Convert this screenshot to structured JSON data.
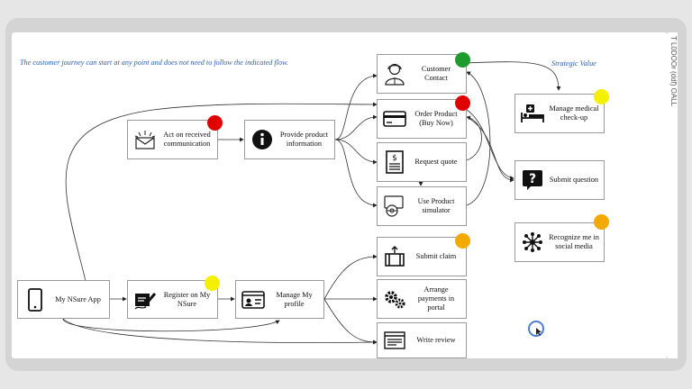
{
  "note": "The customer journey can start at any point and does not need to follow the indicated flow.",
  "strategic_value_label": "Strategic Value",
  "edge_text": "T L0DOOr (ddf) OALL",
  "nodes": {
    "my_nsure_app": {
      "label": "My NSure App",
      "icon": "smartphone-icon"
    },
    "act_on_communication": {
      "label": "Act on received communication",
      "icon": "envelope-icon"
    },
    "provide_product_information": {
      "label": "Provide product information",
      "icon": "info-icon"
    },
    "register_on_my_nsure": {
      "label": "Register on My NSure",
      "icon": "sign-document-icon"
    },
    "manage_my_profile": {
      "label": "Manage My profile",
      "icon": "profile-card-icon"
    },
    "customer_contact": {
      "label": "Customer Contact",
      "icon": "agent-icon"
    },
    "order_product": {
      "label": "Order Product (Buy Now)",
      "icon": "credit-card-icon"
    },
    "request_quote": {
      "label": "Request quote",
      "icon": "quote-document-icon"
    },
    "use_product_simulator": {
      "label": "Use Product simulator",
      "icon": "simulator-icon"
    },
    "submit_claim": {
      "label": "Submit claim",
      "icon": "suitcase-icon"
    },
    "arrange_payments": {
      "label": "Arrange payments in portal",
      "icon": "gears-icon"
    },
    "write_review": {
      "label": "Write review",
      "icon": "review-form-icon"
    },
    "manage_medical_checkup": {
      "label": "Manage medical check-up",
      "icon": "hospital-bed-icon"
    },
    "submit_question": {
      "label": "Submit question",
      "icon": "question-icon"
    },
    "recognize_social_media": {
      "label": "Recognize me in social media",
      "icon": "network-icon"
    }
  },
  "status_colors": {
    "red": "#e00000",
    "yellow": "#f5f000",
    "green": "#1e9a2e",
    "orange": "#f2a900"
  },
  "status": {
    "act_on_communication": "red",
    "register_on_my_nsure": "yellow",
    "customer_contact": "green",
    "order_product": "red",
    "submit_claim": "orange",
    "manage_medical_checkup": "yellow",
    "recognize_social_media": "orange"
  }
}
